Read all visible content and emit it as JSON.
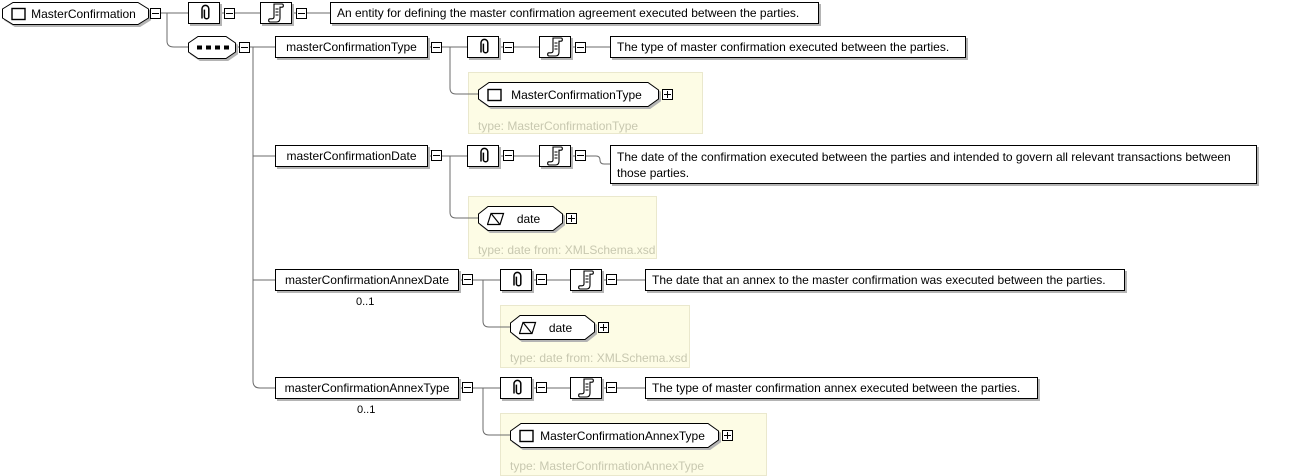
{
  "diagram": {
    "root": {
      "label": "MasterConfirmation",
      "documentation": "An entity for defining the master confirmation agreement executed between the parties."
    },
    "content_model": "sequence",
    "children": [
      {
        "label": "masterConfirmationType",
        "cardinality": "",
        "documentation": "The type of master confirmation executed between the parties.",
        "type_box": {
          "label": "MasterConfirmationType",
          "kind": "complex",
          "note": "type: MasterConfirmationType"
        }
      },
      {
        "label": "masterConfirmationDate",
        "cardinality": "",
        "documentation": "The date of the confirmation executed between the parties and intended to govern all relevant transactions between those parties.",
        "type_box": {
          "label": "date",
          "kind": "simple",
          "note": "type: date from: XMLSchema.xsd"
        }
      },
      {
        "label": "masterConfirmationAnnexDate",
        "cardinality": "0..1",
        "documentation": "The date that an annex to the master confirmation was executed between the parties.",
        "type_box": {
          "label": "date",
          "kind": "simple",
          "note": "type: date from: XMLSchema.xsd"
        }
      },
      {
        "label": "masterConfirmationAnnexType",
        "cardinality": "0..1",
        "documentation": "The type of master confirmation annex executed between the parties.",
        "type_box": {
          "label": "MasterConfirmationAnnexType",
          "kind": "complex",
          "note": "type: MasterConfirmationAnnexType"
        }
      }
    ],
    "icons": {
      "attributes": "paperclip-icon",
      "annotation": "scroll-icon",
      "complex_type": "square-icon",
      "simple_type": "parallelogram-icon",
      "sequence": "dotted-line-icon"
    },
    "colors": {
      "type_area_bg": "#fdfce5",
      "type_note_text": "#c8c8b0",
      "shadow": "#b4b4b4",
      "connector": "#6b6b6b"
    }
  }
}
